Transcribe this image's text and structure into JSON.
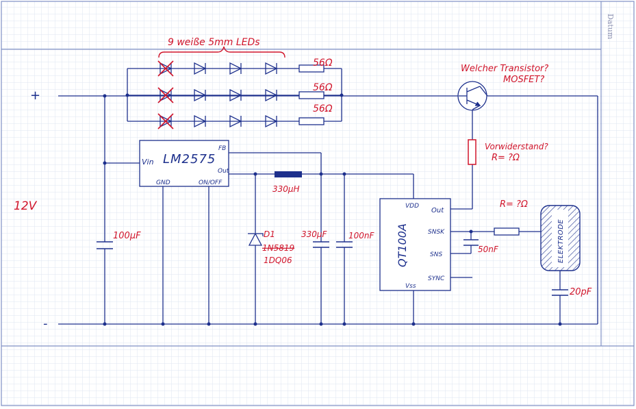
{
  "header": {
    "datum_label": "Datum"
  },
  "colors": {
    "grid": "#dde4f2",
    "frame": "#7f8fc4",
    "ink_blue": "#1c2f8c",
    "ink_red": "#d0142a"
  },
  "labels": {
    "leds_title": "9 weiße 5mm LEDs",
    "res_1": "56Ω",
    "res_2": "56Ω",
    "res_3": "56Ω",
    "transistor_q1": "Welcher Transistor?",
    "transistor_q2": "MOSFET?",
    "resistor_q1": "Vorwiderstand?",
    "resistor_q2": "R= ?Ω",
    "electrode_resistor": "R= ?Ω",
    "plus": "+",
    "minus": "-",
    "supply_voltage": "12V",
    "cap_input": "100µF",
    "regulator_name": "LM2575",
    "reg_vin": "Vin",
    "reg_fb": "FB",
    "reg_out": "Out",
    "reg_gnd": "GND",
    "reg_onoff": "ON/OFF",
    "inductor": "330µH",
    "diode_name": "D1",
    "diode_old": "1N5819",
    "diode_new": "1DQ06",
    "cap_out": "330µF",
    "cap_100n": "100nF",
    "ic_name": "QT100A",
    "ic_vdd": "VDD",
    "ic_out": "Out",
    "ic_snsk": "SNSK",
    "ic_sns": "SNS",
    "ic_sync": "SYNC",
    "ic_vss": "Vss",
    "cap_50n": "50nF",
    "electrode": "ELEKTRODE",
    "cap_20p": "20pF"
  }
}
